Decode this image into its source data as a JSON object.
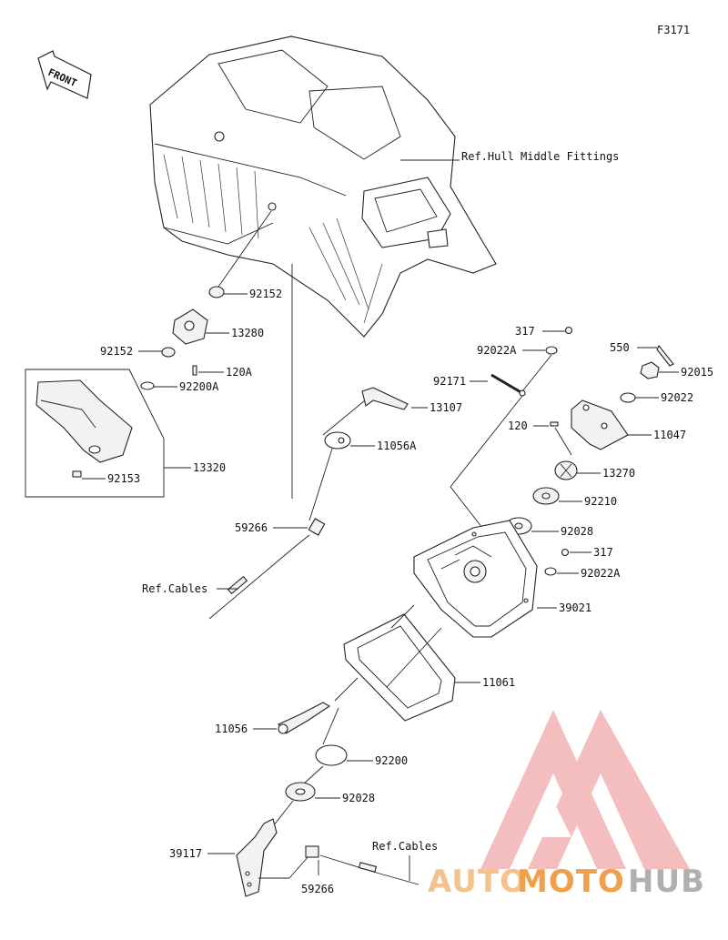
{
  "diagram_code": "F3171",
  "front_label": "FRONT",
  "refs": {
    "hull_middle": "Ref.Hull Middle Fittings",
    "cables_left": "Ref.Cables",
    "cables_bottom": "Ref.Cables"
  },
  "parts": {
    "p317_top": "317",
    "p92022A_top": "92022A",
    "p550": "550",
    "p92015": "92015",
    "p92171": "92171",
    "p92022": "92022",
    "p120": "120",
    "p11047": "11047",
    "p13270": "13270",
    "p92210": "92210",
    "p92028_mid": "92028",
    "p317_mid": "317",
    "p92022A_mid": "92022A",
    "p39021": "39021",
    "p92152_top": "92152",
    "p13280": "13280",
    "p92152_left": "92152",
    "p120A": "120A",
    "p92200A": "92200A",
    "p13107": "13107",
    "p11056A": "11056A",
    "p13320": "13320",
    "p92153": "92153",
    "p59266_mid": "59266",
    "p11061": "11061",
    "p11056": "11056",
    "p92200": "92200",
    "p92028_low": "92028",
    "p39117": "39117",
    "p59266_low": "59266"
  },
  "watermark": {
    "part1": "AUTO",
    "part2": "MOTO",
    "part3": "HUB",
    "color_light": "#f6c28c",
    "color_mid": "#f0a04a",
    "color_dark": "#b0b0b0",
    "triangle_color": "#ee8a8a"
  }
}
